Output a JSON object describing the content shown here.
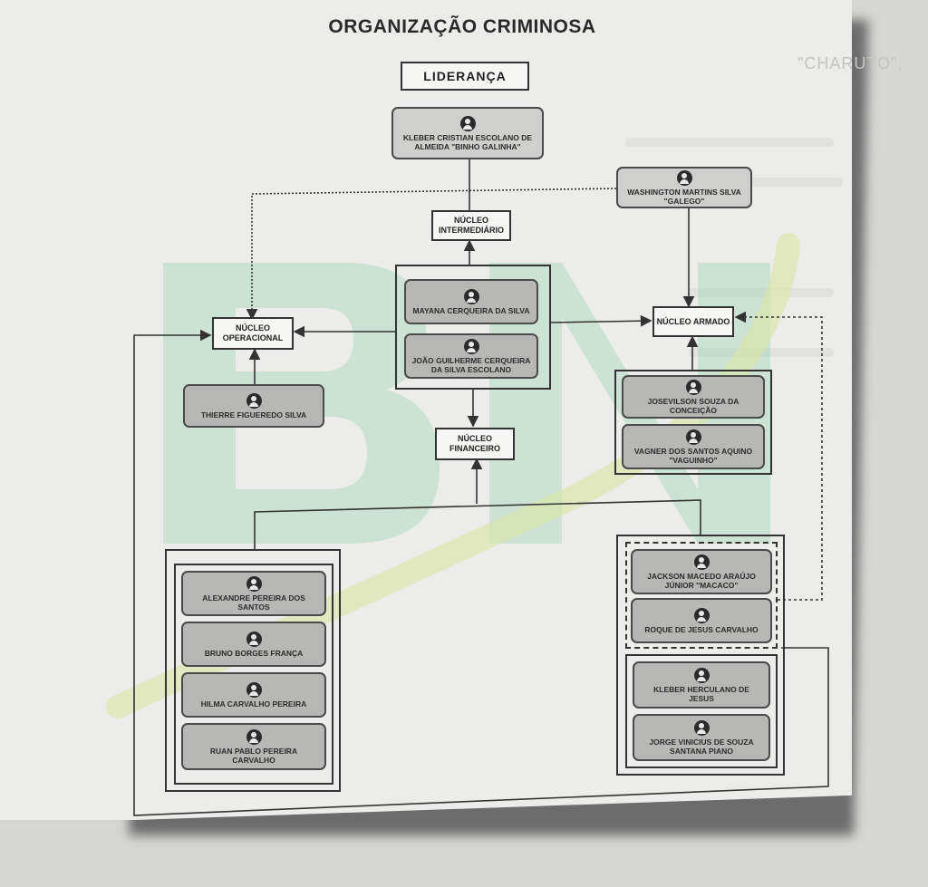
{
  "title": "ORGANIZAÇÃO CRIMINOSA",
  "background_text": "\"CHARUTO\",",
  "nodes": {
    "lideranca": "LIDERANÇA",
    "intermediario": "NÚCLEO INTERMEDIÁRIO",
    "operacional": "NÚCLEO OPERACIONAL",
    "armado": "NÚCLEO ARMADO",
    "financeiro": "NÚCLEO FINANCEIRO"
  },
  "people": {
    "leader": "KLEBER CRISTIAN ESCOLANO DE ALMEIDA \"BINHO GALINHA\"",
    "galego": "WASHINGTON MARTINS SILVA \"GALEGO\"",
    "mayana": "MAYANA CERQUEIRA DA SILVA",
    "joao": "JOÃO GUILHERME CERQUEIRA DA SILVA ESCOLANO",
    "thierre": "THIERRE FIGUEREDO SILVA",
    "josevilson": "JOSEVILSON SOUZA DA CONCEIÇÃO",
    "vagner": "VAGNER DOS SANTOS AQUINO \"VAGUINHO\"",
    "alexandre": "ALEXANDRE PEREIRA DOS SANTOS",
    "bruno": "BRUNO BORGES FRANÇA",
    "hilma": "HILMA CARVALHO PEREIRA",
    "ruan": "RUAN PABLO PEREIRA CARVALHO",
    "jackson": "JACKSON MACEDO ARAÚJO JÚNIOR \"MACACO\"",
    "roque": "ROQUE DE JESUS CARVALHO",
    "kleber_herculano": "KLEBER HERCULANO DE JESUS",
    "jorge": "JORGE VINICIUS DE SOUZA SANTANA PIANO"
  },
  "icons": {
    "person": "person-icon"
  },
  "colors": {
    "paper": "#ececea",
    "card": "#b7b7b5",
    "line": "#333333",
    "watermark_green": "#9ed3b4",
    "watermark_yellow": "#dbe6a8"
  }
}
